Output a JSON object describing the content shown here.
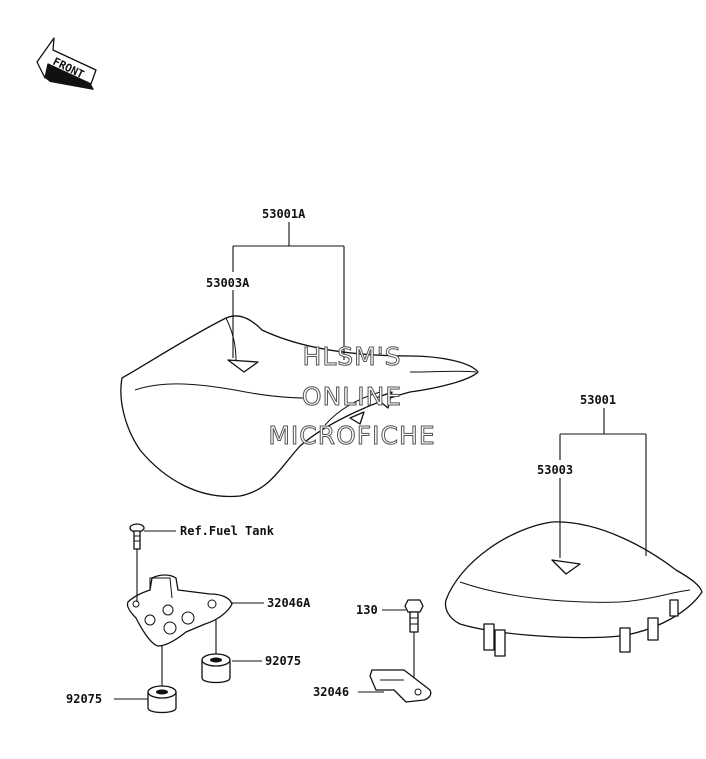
{
  "front_arrow": {
    "text": "FRONT"
  },
  "labels": {
    "p53001A": "53001A",
    "p53003A": "53003A",
    "p53001": "53001",
    "p53003": "53003",
    "ref_fuel_tank": "Ref.Fuel Tank",
    "p32046A": "32046A",
    "p92075_right": "92075",
    "p92075_left": "92075",
    "p130": "130",
    "p32046": "32046"
  },
  "watermark": {
    "line1": "HLSM'S",
    "line2": "ONLINE",
    "line3": "MICROFICHE"
  }
}
